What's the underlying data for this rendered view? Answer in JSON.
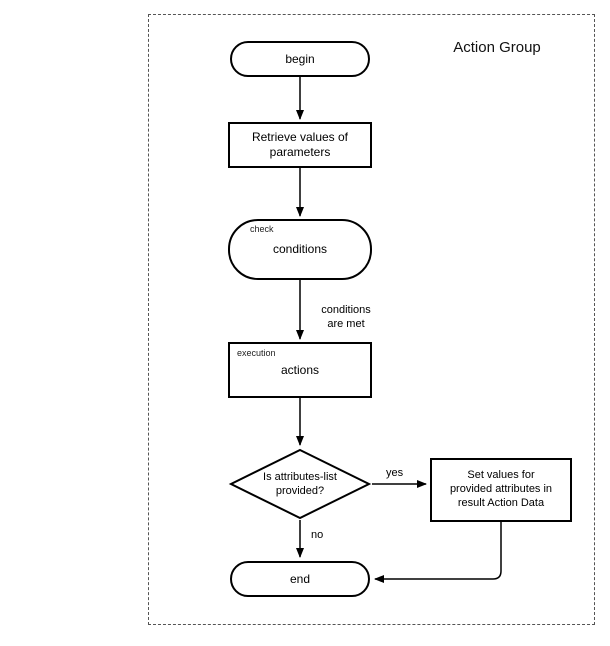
{
  "diagram": {
    "title": "Action Group",
    "nodes": {
      "begin": {
        "label": "begin"
      },
      "retrieve": {
        "label": "Retrieve values of\nparameters"
      },
      "check": {
        "tag": "check",
        "label": "conditions"
      },
      "execution": {
        "tag": "execution",
        "label": "actions"
      },
      "decision": {
        "label": "Is attributes-list\nprovided?"
      },
      "set_values": {
        "label": "Set values for\nprovided attributes in\nresult Action Data"
      },
      "end": {
        "label": "end"
      }
    },
    "edge_labels": {
      "conditions_met": "conditions\nare met",
      "yes": "yes",
      "no": "no"
    },
    "colors": {
      "stroke": "#000000",
      "frame_border": "#555555",
      "background": "#ffffff"
    }
  }
}
